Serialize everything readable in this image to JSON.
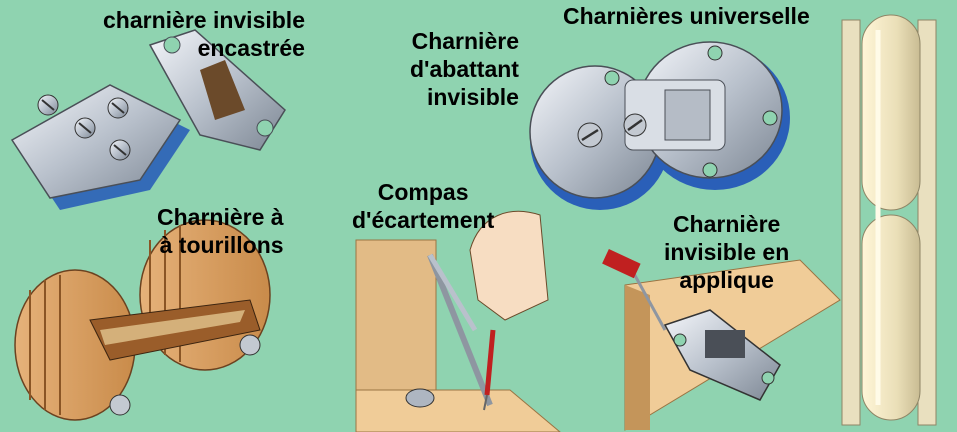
{
  "background_color": "#8fd3b0",
  "labels": {
    "concealed": {
      "line1": "charnière invisible",
      "line2": "encastrée"
    },
    "flap": {
      "line1": "Charnière",
      "line2": "d'abattant",
      "line3": "invisible"
    },
    "universal": {
      "line1": "Charnières universelle"
    },
    "barrel": {
      "line1": "Charnière à",
      "line2": "à tourillons"
    },
    "stay": {
      "line1": "Compas",
      "line2": "d'écartement"
    },
    "surface": {
      "line1": "Charnière",
      "line2": "invisible en",
      "line3": "applique"
    }
  },
  "icons": [
    "concealed-hinge",
    "flap-hinge",
    "barrel-hinge",
    "lid-stay",
    "surface-hinge",
    "lift-off-hinge"
  ]
}
